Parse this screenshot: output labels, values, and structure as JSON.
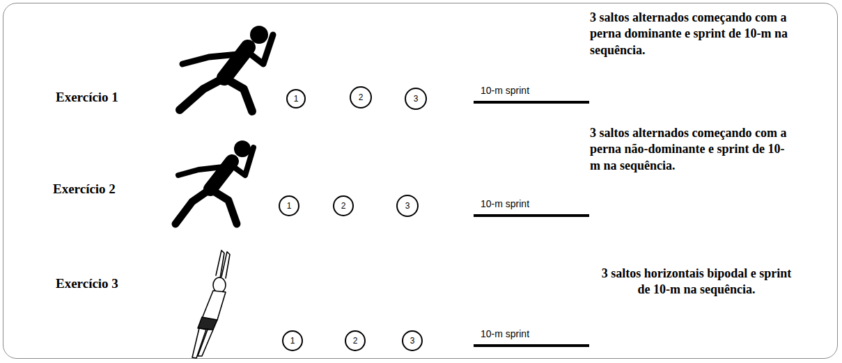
{
  "diagram": {
    "nodes": [
      {
        "text": [
          "1"
        ]
      },
      {
        "text": [
          "2"
        ]
      },
      {
        "text": [
          "3"
        ]
      },
      {
        "text": [
          "1"
        ]
      },
      {
        "text": [
          "2"
        ]
      },
      {
        "text": [
          "3"
        ]
      },
      {
        "text": [
          "1"
        ]
      },
      {
        "text": [
          "2"
        ]
      },
      {
        "text": [
          "3"
        ]
      }
    ],
    "labels": [
      "Exercício 1",
      "10-m sprint",
      "3 saltos alternados começando com a perna dominante e sprint de 10-m na sequência.",
      "Exercício 2",
      "10-m sprint",
      "3 saltos alternados começando com a perna não-dominante e sprint de 10-m na sequência.",
      "Exercício 3",
      "10-m sprint",
      "3 saltos horizontais bipodal e sprint de 10-m na sequência."
    ]
  }
}
